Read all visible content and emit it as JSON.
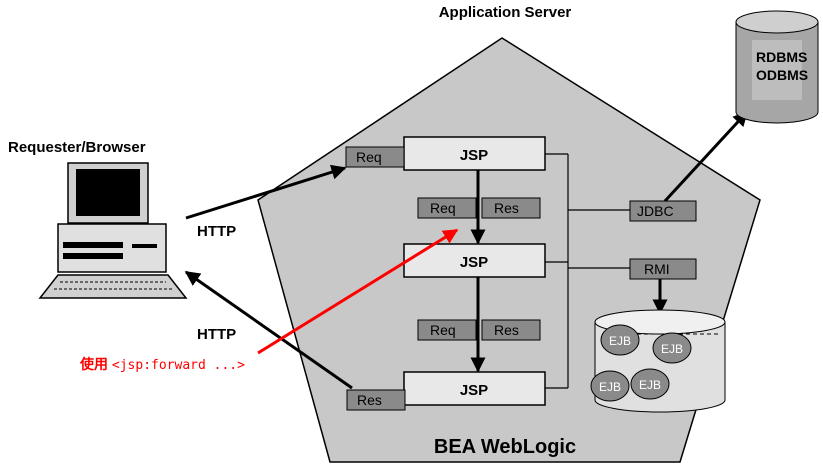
{
  "titles": {
    "app_server": "Application Server",
    "requester": "Requester/Browser",
    "platform": "BEA WebLogic"
  },
  "protocols": {
    "request": "HTTP",
    "response": "HTTP"
  },
  "jsp": {
    "top": "JSP",
    "middle": "JSP",
    "bottom": "JSP"
  },
  "tags": {
    "req_in": "Req",
    "res_out": "Res",
    "req_1": "Req",
    "res_1": "Res",
    "req_2": "Req",
    "res_2": "Res",
    "jdbc": "JDBC",
    "rmi": "RMI"
  },
  "database": {
    "line1": "RDBMS",
    "line2": "ODBMS"
  },
  "ejbs": [
    "EJB",
    "EJB",
    "EJB",
    "EJB"
  ],
  "annotation": {
    "prefix": "使用",
    "code": "<jsp:forward ...>"
  },
  "colors": {
    "server_fill": "#c8c8c8",
    "box_fill": "#e8e8e8",
    "tag_fill": "#8a8a8a",
    "db_fill": "#a6a6a6",
    "annotation": "#ff0000"
  }
}
